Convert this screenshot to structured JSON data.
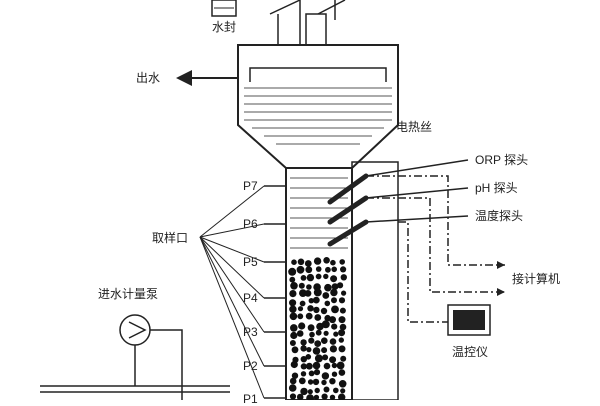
{
  "labels": {
    "water_seal": "水封",
    "outflow": "出水",
    "heating_wire": "电热丝",
    "orp_probe": "ORP 探头",
    "ph_probe": "pH 探头",
    "temp_probe": "温度探头",
    "sampling_ports": "取样口",
    "to_computer": "接计算机",
    "temp_controller": "温控仪",
    "inflow_pump": "进水计量泵"
  },
  "ports": [
    "P7",
    "P6",
    "P5",
    "P4",
    "P3",
    "P2",
    "P1"
  ]
}
